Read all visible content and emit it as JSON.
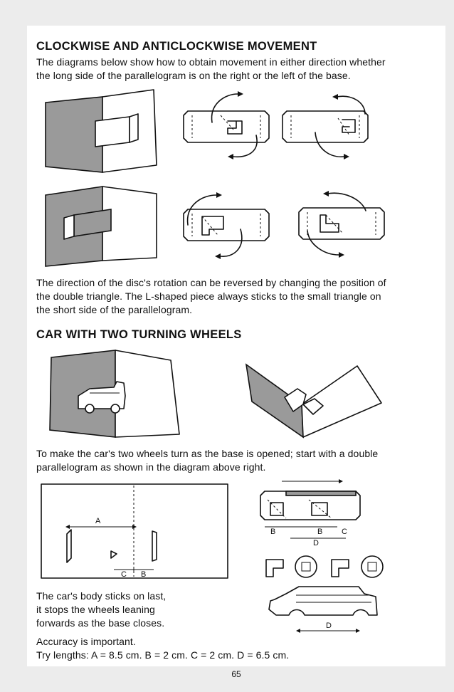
{
  "section1": {
    "title": "CLOCKWISE AND ANTICLOCKWISE MOVEMENT",
    "intro_line1": "The diagrams below show how to obtain movement in either direction whether",
    "intro_line2": "the long side of the parallelogram is on the right or the left of the base.",
    "body_line1": "The direction of the disc's rotation can be reversed by changing the position of",
    "body_line2": "the double triangle. The L-shaped piece always sticks to the small triangle on",
    "body_line3": "the short side of the parallelogram."
  },
  "section2": {
    "title": "CAR WITH TWO TURNING WHEELS",
    "body_line1": "To make the car's two wheels turn as the base is opened; start with a double",
    "body_line2": "parallelogram as shown in the diagram above right.",
    "note_line1": "The car's body sticks on last,",
    "note_line2": "it stops the wheels leaning",
    "note_line3": "forwards as the base closes.",
    "accuracy": "Accuracy is important.",
    "lengths": "Try lengths: A = 8.5 cm. B = 2 cm. C = 2 cm. D = 6.5 cm."
  },
  "labels": {
    "A": "A",
    "B": "B",
    "C": "C",
    "D": "D"
  },
  "page_number": "65"
}
